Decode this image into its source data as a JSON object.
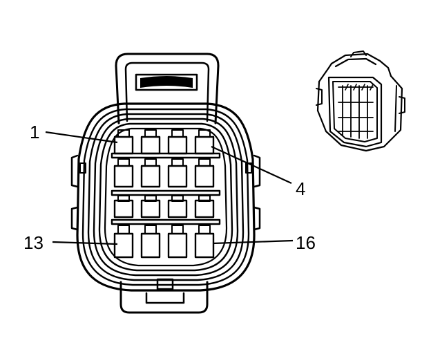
{
  "diagram": {
    "pin_labels": {
      "pin_1": "1",
      "pin_4": "4",
      "pin_13": "13",
      "pin_16": "16"
    },
    "terminal_grid": {
      "rows": 4,
      "columns": 4
    },
    "colors": {
      "line": "#000000",
      "background": "#ffffff"
    }
  }
}
